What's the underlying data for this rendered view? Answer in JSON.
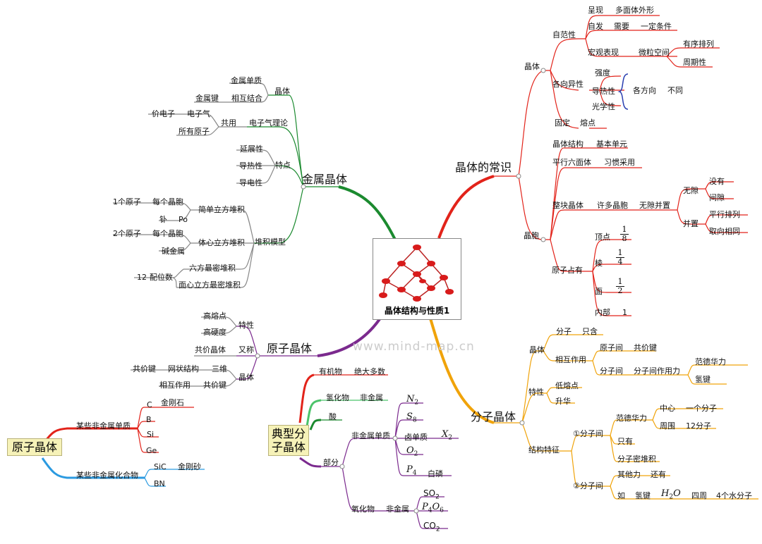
{
  "center": {
    "title": "晶体结构与性质1"
  },
  "colors": {
    "red": "#e2231a",
    "green": "#1b8a2f",
    "purple": "#7b2a8e",
    "orange": "#f0a30a",
    "blue": "#2b9ae0",
    "lightgreen": "#4cc36a",
    "gray": "#888888"
  },
  "watermark": "www.mind-map.cn",
  "common": {
    "title": "晶体的常识",
    "crystal": "晶体",
    "self_norm": "自范性",
    "appear": "呈现",
    "polyhedron": "多面体外形",
    "spont": "自发",
    "need": "需要",
    "condition": "一定条件",
    "macro": "宏观表现",
    "micro_space": "微粒空间",
    "ordered": "有序排列",
    "periodic": "周期性",
    "aniso": "各向异性",
    "strength": "强度",
    "thermal": "导热性",
    "optical": "光学性",
    "each_dir": "各方向",
    "diff": "不同",
    "fixed": "固定",
    "mp": "熔点",
    "cell": "晶胞",
    "cell_struct": "晶体结构",
    "basic_unit": "基本单元",
    "hexa": "平行六面体",
    "habit": "习惯采用",
    "whole": "整块晶体",
    "many_cells": "许多晶胞",
    "no_gap_stack": "无隙并置",
    "no_gap": "无隙",
    "none": "没有",
    "gap": "间隙",
    "stack": "并置",
    "parallel": "平行排列",
    "same_orient": "取向相同",
    "atom_share": "原子占有",
    "vertex": "顶点",
    "edge": "棱",
    "face": "面",
    "inner": "内部",
    "f_vertex": {
      "n": "1",
      "d": "8"
    },
    "f_edge": {
      "n": "1",
      "d": "4"
    },
    "f_face": {
      "n": "1",
      "d": "2"
    },
    "inner_val": "1"
  },
  "metal": {
    "title": "金属晶体",
    "crystal": "晶体",
    "metal_elem": "金属单质",
    "mutual": "相互结合",
    "metal_bond": "金属键",
    "egas": "电子气理论",
    "share": "共用",
    "e_gas": "电子气",
    "valence_e": "价电子",
    "all_atoms": "所有原子",
    "feature": "特点",
    "ductile": "延展性",
    "thermal": "导热性",
    "electric": "导电性",
    "stack_model": "堆积模型",
    "simple_cubic": "简单立方堆积",
    "per_cell1": "每个晶胞",
    "one_atom": "1个原子",
    "po": "Po",
    "po_cn": "钋",
    "bcc": "体心立方堆积",
    "per_cell2": "每个晶胞",
    "two_atoms": "2个原子",
    "alkali": "碱金属",
    "hcp": "六方最密堆积",
    "fcc": "面心立方最密堆积",
    "coord": "配位数",
    "twelve": "12"
  },
  "atomic": {
    "title": "原子晶体",
    "property": "特性",
    "high_mp": "高熔点",
    "high_hard": "高硬度",
    "covalent": "共价晶体",
    "aka": "又称",
    "crystal": "晶体",
    "three_d": "三维",
    "net": "网状结构",
    "cov_bond": "共价键",
    "interaction": "相互作用",
    "cov_bond2": "共价键"
  },
  "atomic_box": {
    "title": "原子晶体",
    "nonmetal_elem": "某些非金属单质",
    "c": "C",
    "diamond": "金刚石",
    "b": "B",
    "si": "Si",
    "ge": "Ge",
    "nonmetal_cpd": "某些非金属化合物",
    "sic": "SiC",
    "carborundum": "金刚砂",
    "bn": "BN"
  },
  "typical": {
    "title_l1": "典型分",
    "title_l2": "子晶体",
    "organic": "有机物",
    "most": "绝大多数",
    "hydride": "氢化物",
    "nonmetal": "非金属",
    "acid": "酸",
    "part": "部分",
    "nonmetal_elem": "非金属单质",
    "halogen": "卤单质",
    "white_p": "白磷",
    "oxide": "氧化物",
    "nonmetal2": "非金属",
    "n2": "N",
    "n2s": "2",
    "s8": "S",
    "s8s": "8",
    "x2": "X",
    "x2s": "2",
    "o2": "O",
    "o2s": "2",
    "p4": "P",
    "p4s": "4",
    "so2": "SO",
    "so2s": "2",
    "p4o6a": "P",
    "p4o6b": "4",
    "p4o6c": "O",
    "p4o6d": "6",
    "co2": "CO",
    "co2s": "2"
  },
  "molecular": {
    "title": "分子晶体",
    "crystal": "晶体",
    "molecule": "分子",
    "only": "只含",
    "interaction": "相互作用",
    "between_atoms": "原子间",
    "cov_bond": "共价键",
    "between_mol": "分子间",
    "mol_force": "分子间作用力",
    "vdw": "范德华力",
    "hbond": "氢键",
    "property": "特性",
    "low_mp": "低熔点",
    "sublime": "升华",
    "struct": "结构特征",
    "m1": "①分子间",
    "vdw2": "范德华力",
    "center_": "中心",
    "one_mol": "一个分子",
    "around": "周围",
    "twelve": "12分子",
    "only_": "只有",
    "close_pack": "分子密堆积",
    "m2": "②分子间",
    "other": "其他力",
    "also": "还有",
    "such_as": "如",
    "hbond2": "氢键",
    "h2o": "H",
    "h2os": "2",
    "h2oo": "O",
    "four_around": "四周",
    "four_mol": "4个水分子"
  }
}
